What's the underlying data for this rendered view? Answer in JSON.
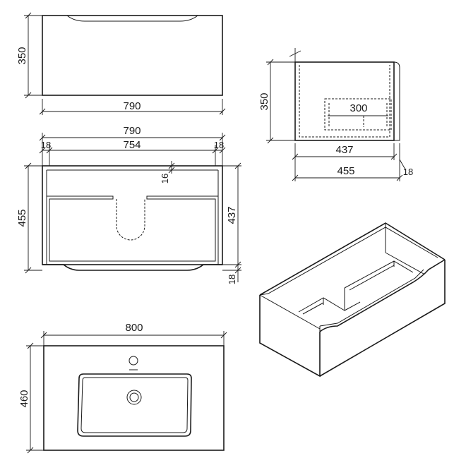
{
  "dimensions": {
    "front_height": "350",
    "front_width": "790",
    "top_outer_width": "790",
    "top_inner_width": "754",
    "top_left_panel": "18",
    "top_right_panel": "18",
    "top_back_panel": "16",
    "top_depth_total": "455",
    "top_depth_inner": "437",
    "top_front_panel": "18",
    "side_height": "350",
    "side_inner_depth": "437",
    "side_total_depth": "455",
    "side_front_panel": "18",
    "side_cutout": "300",
    "basin_width": "800",
    "basin_depth": "460"
  }
}
